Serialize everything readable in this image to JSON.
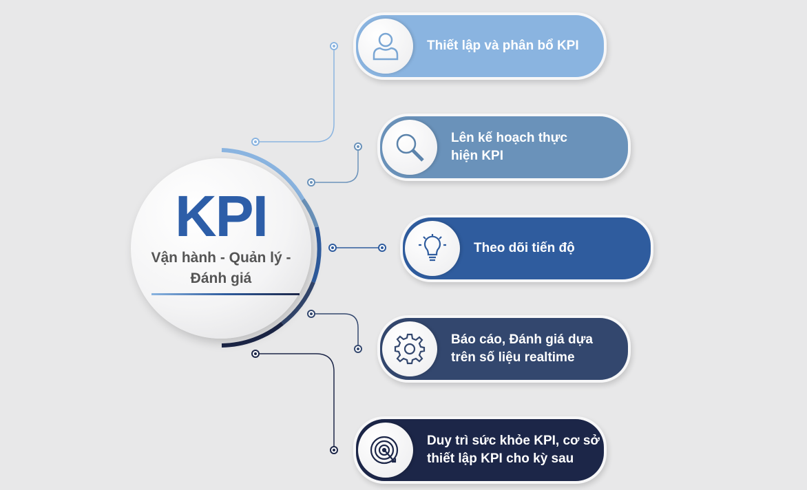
{
  "hub": {
    "title": "KPI",
    "subtitle_line1": "Vận hành - Quản lý -",
    "subtitle_line2": "Đánh giá"
  },
  "steps": [
    {
      "line1": "Thiết lập và phân bổ KPI",
      "line2": "",
      "icon": "user-icon",
      "color": "#8ab4e0"
    },
    {
      "line1": "Lên kế hoạch thực",
      "line2": "hiện KPI",
      "icon": "search-icon",
      "color": "#6a92ba"
    },
    {
      "line1": "Theo dõi tiến độ",
      "line2": "",
      "icon": "lightbulb-icon",
      "color": "#2f5c9e"
    },
    {
      "line1": "Báo cáo, Đánh giá dựa",
      "line2": "trên số liệu realtime",
      "icon": "gear-icon",
      "color": "#33476e"
    },
    {
      "line1": "Duy trì sức khỏe KPI, cơ sở",
      "line2": "thiết lập KPI cho kỳ sau",
      "icon": "target-icon",
      "color": "#1c2648"
    }
  ]
}
